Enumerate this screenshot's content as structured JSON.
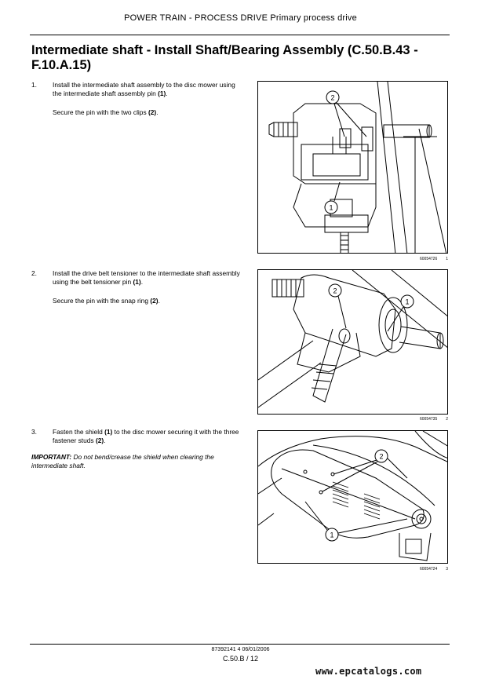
{
  "header": {
    "running_title": "POWER TRAIN - PROCESS DRIVE Primary process drive"
  },
  "section": {
    "title": "Intermediate shaft - Install Shaft/Bearing Assembly (C.50.B.43 - F.10.A.15)"
  },
  "steps": [
    {
      "number": "1.",
      "text_a": "Install the intermediate shaft assembly to the disc mower using the intermediate shaft assembly pin ",
      "ref_a": "(1)",
      "text_a_end": ".",
      "text_b": "Secure the pin with the two clips ",
      "ref_b": "(2)",
      "text_b_end": ".",
      "figure": {
        "code": "60054726",
        "number": "1",
        "callouts": [
          "2",
          "1"
        ]
      }
    },
    {
      "number": "2.",
      "text_a": "Install the drive belt tensioner to the intermediate shaft assembly using the belt tensioner pin ",
      "ref_a": "(1)",
      "text_a_end": ".",
      "text_b": "Secure the pin with the snap ring ",
      "ref_b": "(2)",
      "text_b_end": ".",
      "figure": {
        "code": "60054735",
        "number": "2",
        "callouts": [
          "2",
          "1"
        ]
      }
    },
    {
      "number": "3.",
      "text_a": "Fasten the shield ",
      "ref_a": "(1)",
      "text_a_mid": " to the disc mower securing it with the three fastener studs ",
      "ref_a2": "(2)",
      "text_a_end": ".",
      "important_label": "IMPORTANT:",
      "important_text": " Do not bend/crease the shield when clearing the intermediate shaft.",
      "figure": {
        "code": "60054724",
        "number": "3",
        "callouts": [
          "2",
          "1"
        ]
      }
    }
  ],
  "footer": {
    "doc_ref": "87392141 4 06/01/2006",
    "page": "C.50.B / 12",
    "watermark": "www.epcatalogs.com"
  }
}
